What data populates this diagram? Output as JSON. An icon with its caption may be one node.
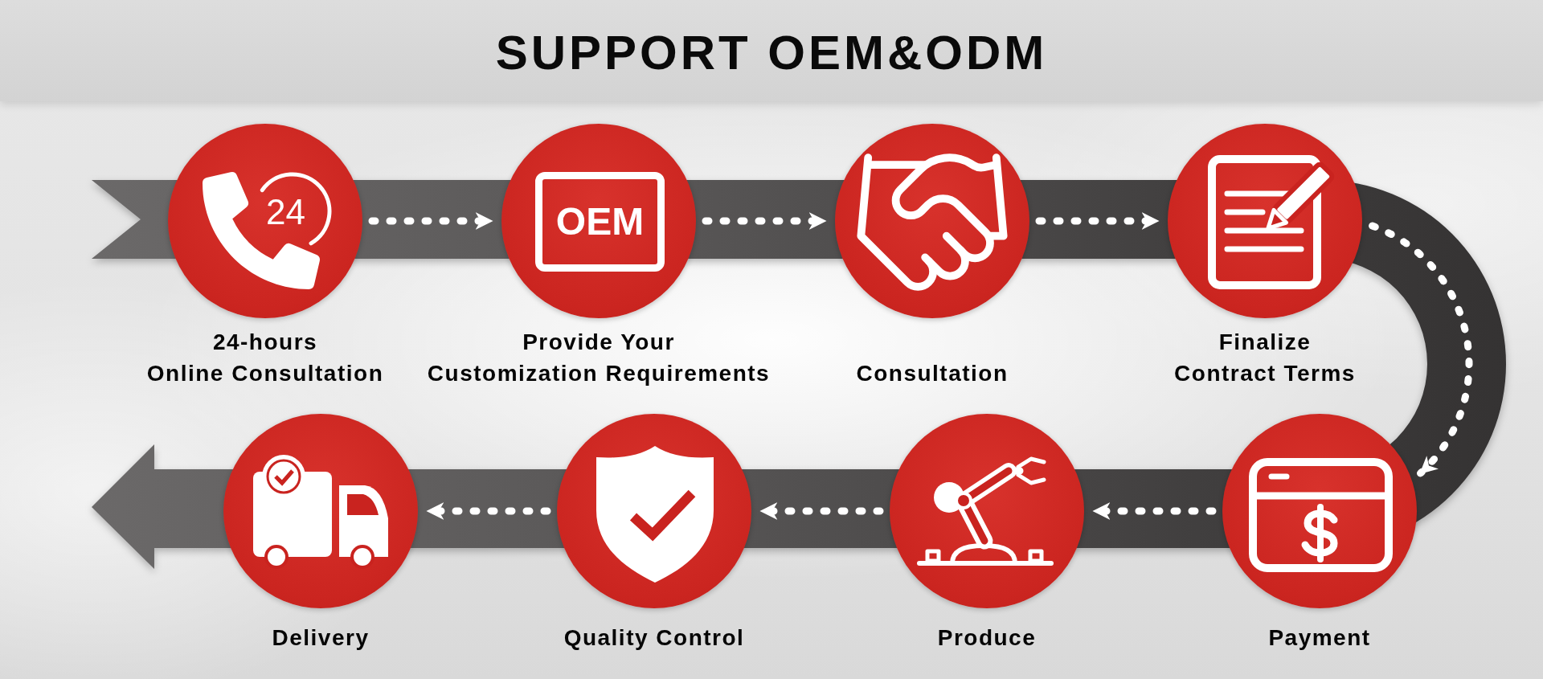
{
  "diagram": {
    "title": "SUPPORT OEM&ODM",
    "nodes": [
      {
        "text": [
          "24",
          "24-hours Online Consultation"
        ]
      },
      {
        "text": [
          "OEM",
          "Provide Your Customization Requirements"
        ]
      },
      {
        "text": [
          "Consultation"
        ]
      },
      {
        "text": [
          "Finalize Contract Terms"
        ]
      },
      {
        "text": [
          "Payment"
        ]
      },
      {
        "text": [
          "Produce"
        ]
      },
      {
        "text": [
          "Quality Control"
        ]
      },
      {
        "text": [
          "Delivery"
        ]
      }
    ],
    "edges": [
      {
        "from": 0,
        "to": 1,
        "arrow": "to",
        "style": "dashed"
      },
      {
        "from": 1,
        "to": 2,
        "arrow": "to",
        "style": "dashed"
      },
      {
        "from": 2,
        "to": 3,
        "arrow": "to",
        "style": "dashed"
      },
      {
        "from": 3,
        "to": 4,
        "arrow": "to",
        "style": "dashed"
      },
      {
        "from": 4,
        "to": 5,
        "arrow": "to",
        "style": "dashed"
      },
      {
        "from": 5,
        "to": 6,
        "arrow": "to",
        "style": "dashed"
      },
      {
        "from": 6,
        "to": 7,
        "arrow": "to",
        "style": "dashed"
      }
    ]
  }
}
